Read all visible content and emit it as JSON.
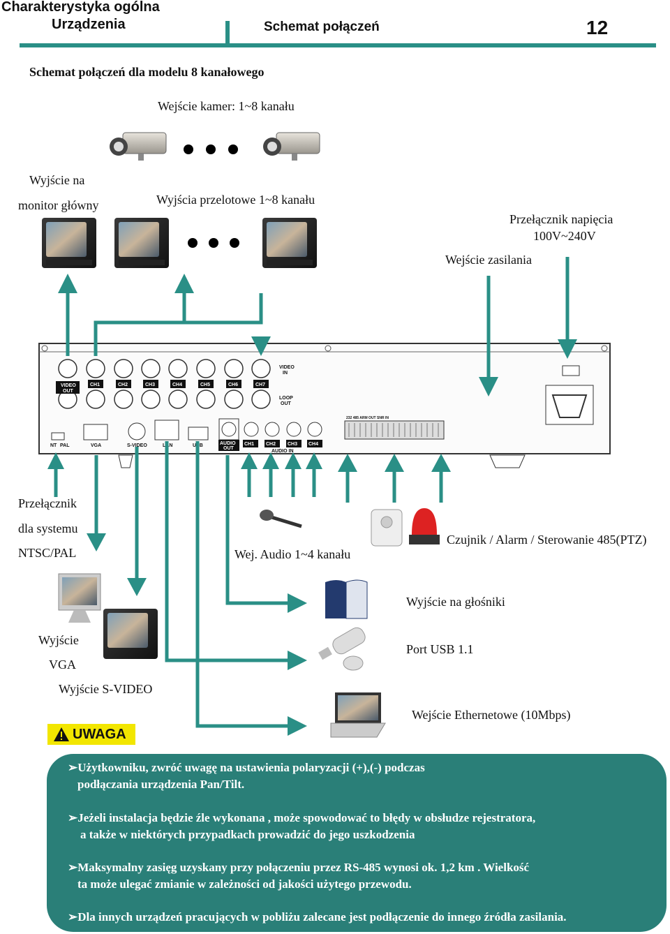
{
  "header": {
    "title_line1": "Charakterystyka ogólna",
    "title_line2": "Urządzenia",
    "section": "Schemat połączeń",
    "page_number": "12"
  },
  "subtitle": "Schemat połączeń dla modelu 8 kanałowego",
  "labels": {
    "camera_input": "Wejście kamer: 1~8 kanału",
    "main_monitor_l1": "Wyjście na",
    "main_monitor_l2": "monitor główny",
    "loop_out": "Wyjścia przelotowe  1~8 kanału",
    "voltage_l1": "Przełącznik napięcia",
    "voltage_l2": "100V~240V",
    "power_in": "Wejście zasilania",
    "ntsc_l1": "Przełącznik",
    "ntsc_l2": "dla systemu",
    "ntsc_l3": "NTSC/PAL",
    "audio_in": "Wej. Audio 1~4 kanału",
    "sensor": "Czujnik / Alarm / Sterowanie 485(PTZ)",
    "speakers": "Wyjście na głośniki",
    "vga_l1": "Wyjście",
    "vga_l2": "VGA",
    "svideo": "Wyjście S-VIDEO",
    "usb": "Port USB 1.1",
    "ethernet": "Wejście Ethernetowe (10Mbps)"
  },
  "panel": {
    "video_in": "VIDEO IN",
    "video_out": "VIDEO OUT",
    "loop_out": "LOOP OUT",
    "ch": [
      "CH1",
      "CH2",
      "CH3",
      "CH4",
      "CH5",
      "CH6",
      "CH7"
    ],
    "ports": [
      "NT",
      "PAL",
      "VGA",
      "S-VIDEO",
      "LAN",
      "USB"
    ],
    "audio_out": "AUDIO OUT",
    "audio_ch": [
      "CH1",
      "CH2",
      "CH3",
      "CH4"
    ],
    "audio_in": "AUDIO IN",
    "terminal": "232   485    ARM OUT          SNR IN"
  },
  "warning": {
    "badge": "UWAGA",
    "items": [
      [
        "Użytkowniku, zwróć uwagę na ustawienia polaryzacji (+),(-) podczas",
        "podłączania urządzenia Pan/Tilt."
      ],
      [
        "Jeżeli instalacja będzie źle wykonana , może spowodować to błędy w obsłudze rejestratora,",
        "a także w niektórych przypadkach prowadzić do jego uszkodzenia"
      ],
      [
        "Maksymalny zasięg uzyskany przy połączeniu przez  RS-485  wynosi ok. 1,2 km . Wielkość",
        "ta może ulegać zmianie w zależności od jakości użytego przewodu."
      ],
      [
        "Dla innych urządzeń pracujących w pobliżu zalecane jest podłączenie do innego źródła zasilania."
      ]
    ]
  },
  "colors": {
    "accent": "#2a8f86",
    "warning_bg": "#2a7f78",
    "badge": "#f2e600"
  }
}
